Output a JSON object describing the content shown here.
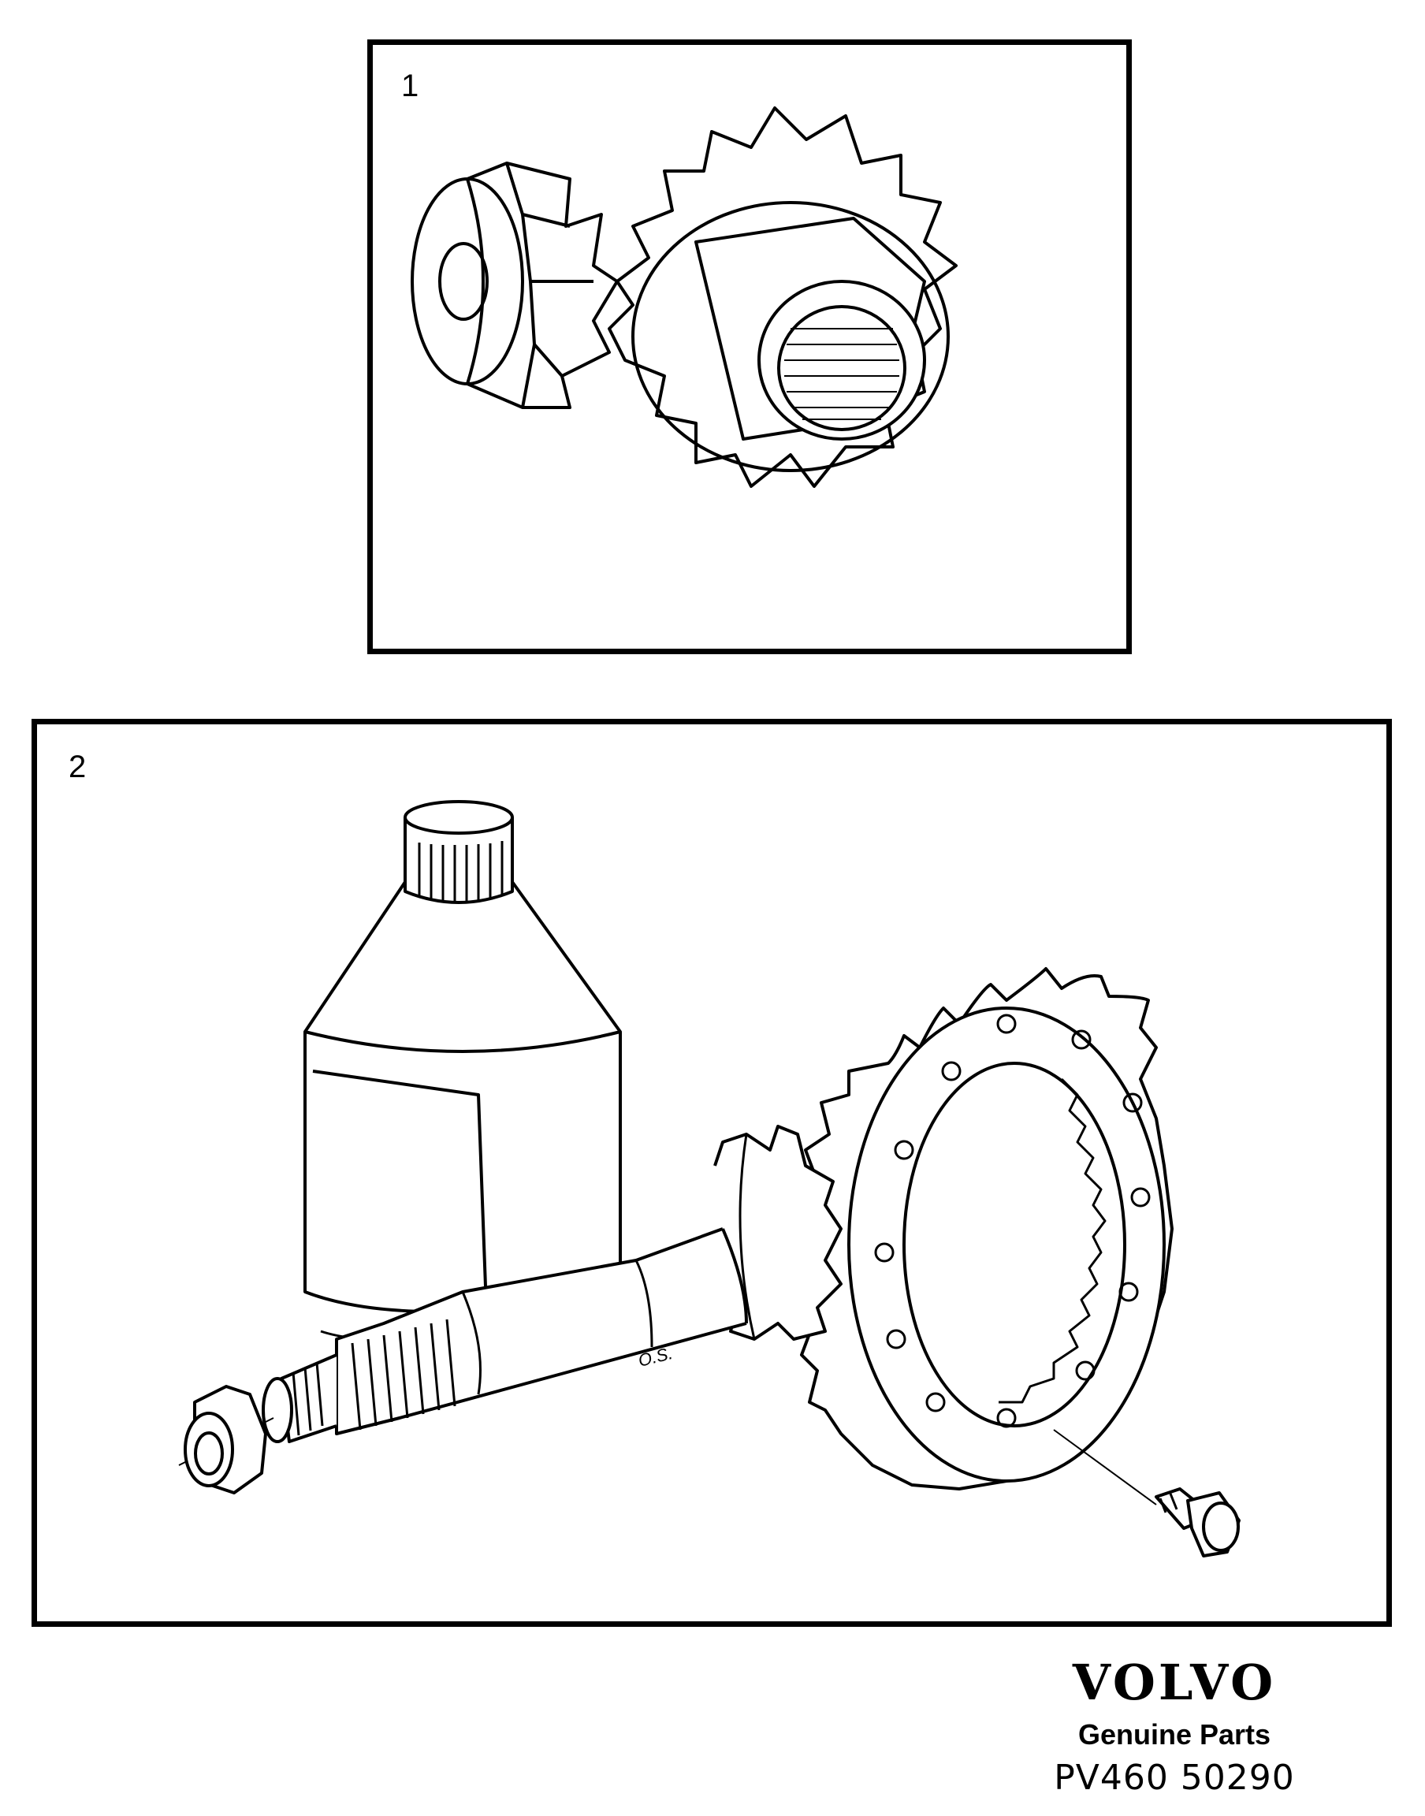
{
  "panels": [
    {
      "number": "1"
    },
    {
      "number": "2"
    }
  ],
  "labels": {
    "shaft_marking": "O.S."
  },
  "brand": {
    "logo": "VOLVO",
    "tagline": "Genuine Parts",
    "code": "PV460 50290"
  },
  "colors": {
    "line": "#000000",
    "background": "#ffffff"
  }
}
